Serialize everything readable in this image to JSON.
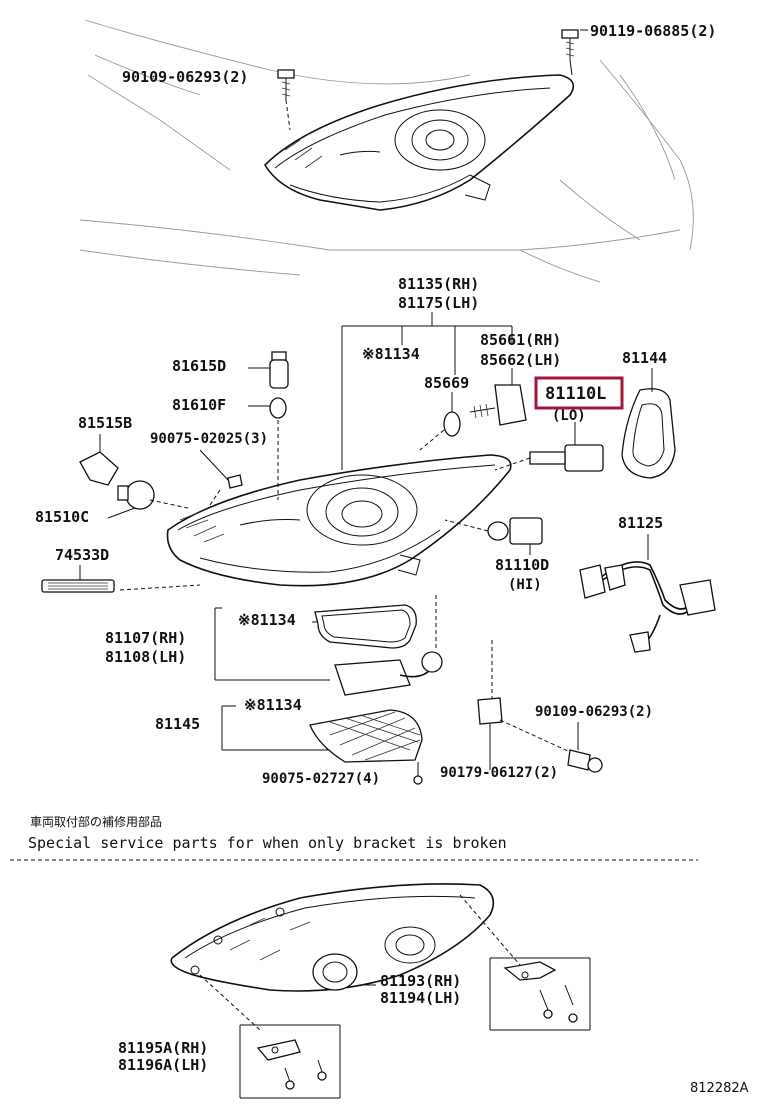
{
  "labels": {
    "bolt_top_right": "90119-06885(2)",
    "bolt_top_left": "90109-06293(2)",
    "unit_rh": "81135(RH)",
    "unit_lh": "81175(LH)",
    "gasket_a": "※81134",
    "socket_rh": "85661(RH)",
    "socket_lh": "85662(LH)",
    "cover_81144": "81144",
    "bulb_81615d": "81615D",
    "oring_85669": "85669",
    "bulb_lo": "81110L",
    "lo_tag": "(LO)",
    "bulb_81610f": "81610F",
    "socket_81515b": "81515B",
    "screw_3": "90075-02025(3)",
    "wire_81125": "81125",
    "bulb_81510c": "81510C",
    "bulb_hi": "81110D",
    "hi_tag": "(HI)",
    "reflector_74533d": "74533D",
    "gasket_b": "※81134",
    "computer_rh": "81107(RH)",
    "computer_lh": "81108(LH)",
    "gasket_c": "※81134",
    "bolt_2": "90109-06293(2)",
    "cover_81145": "81145",
    "screw_4": "90075-02727(4)",
    "clip_2": "90179-06127(2)"
  },
  "notes": {
    "japanese": "車両取付部の補修用部品",
    "english": "Special service parts for when only bracket is broken"
  },
  "bracket_labels": {
    "bracket_rh": "81193(RH)",
    "bracket_lh": "81194(LH)",
    "bracket_a_rh": "81195A(RH)",
    "bracket_a_lh": "81196A(LH)"
  },
  "footer": {
    "ref_code": "812282A"
  },
  "colors": {
    "highlight": "#a0173a",
    "ink": "#111111"
  }
}
